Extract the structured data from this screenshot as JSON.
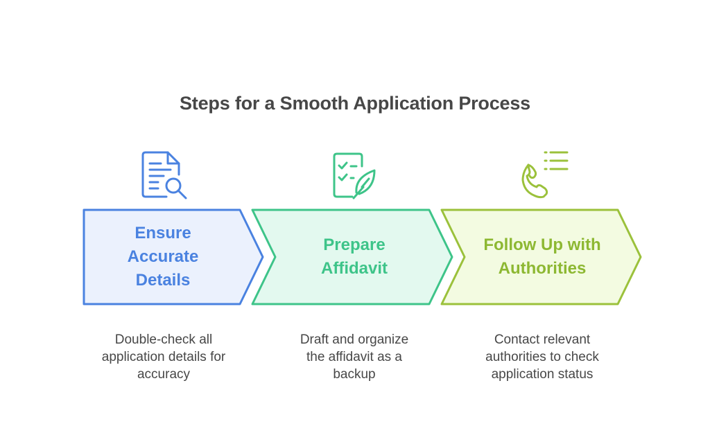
{
  "title": "Steps for a Smooth Application Process",
  "colors": {
    "title": "#474747",
    "desc": "#474747",
    "blue": {
      "stroke": "#4a82e0",
      "fill": "#ebf1fd",
      "text": "#4a82e0"
    },
    "green": {
      "stroke": "#3ec489",
      "fill": "#e3f9ef",
      "text": "#3ec489"
    },
    "lime": {
      "stroke": "#9bc13b",
      "fill": "#f3fbe1",
      "text": "#8db832"
    }
  },
  "steps": [
    {
      "label": "Ensure Accurate Details",
      "description": "Double-check all application details for accuracy",
      "icon": "document-search-icon"
    },
    {
      "label": "Prepare Affidavit",
      "description": "Draft and organize the affidavit as a backup",
      "icon": "checklist-quill-icon"
    },
    {
      "label": "Follow Up with Authorities",
      "description": "Contact relevant authorities to check application status",
      "icon": "phone-list-icon"
    }
  ]
}
